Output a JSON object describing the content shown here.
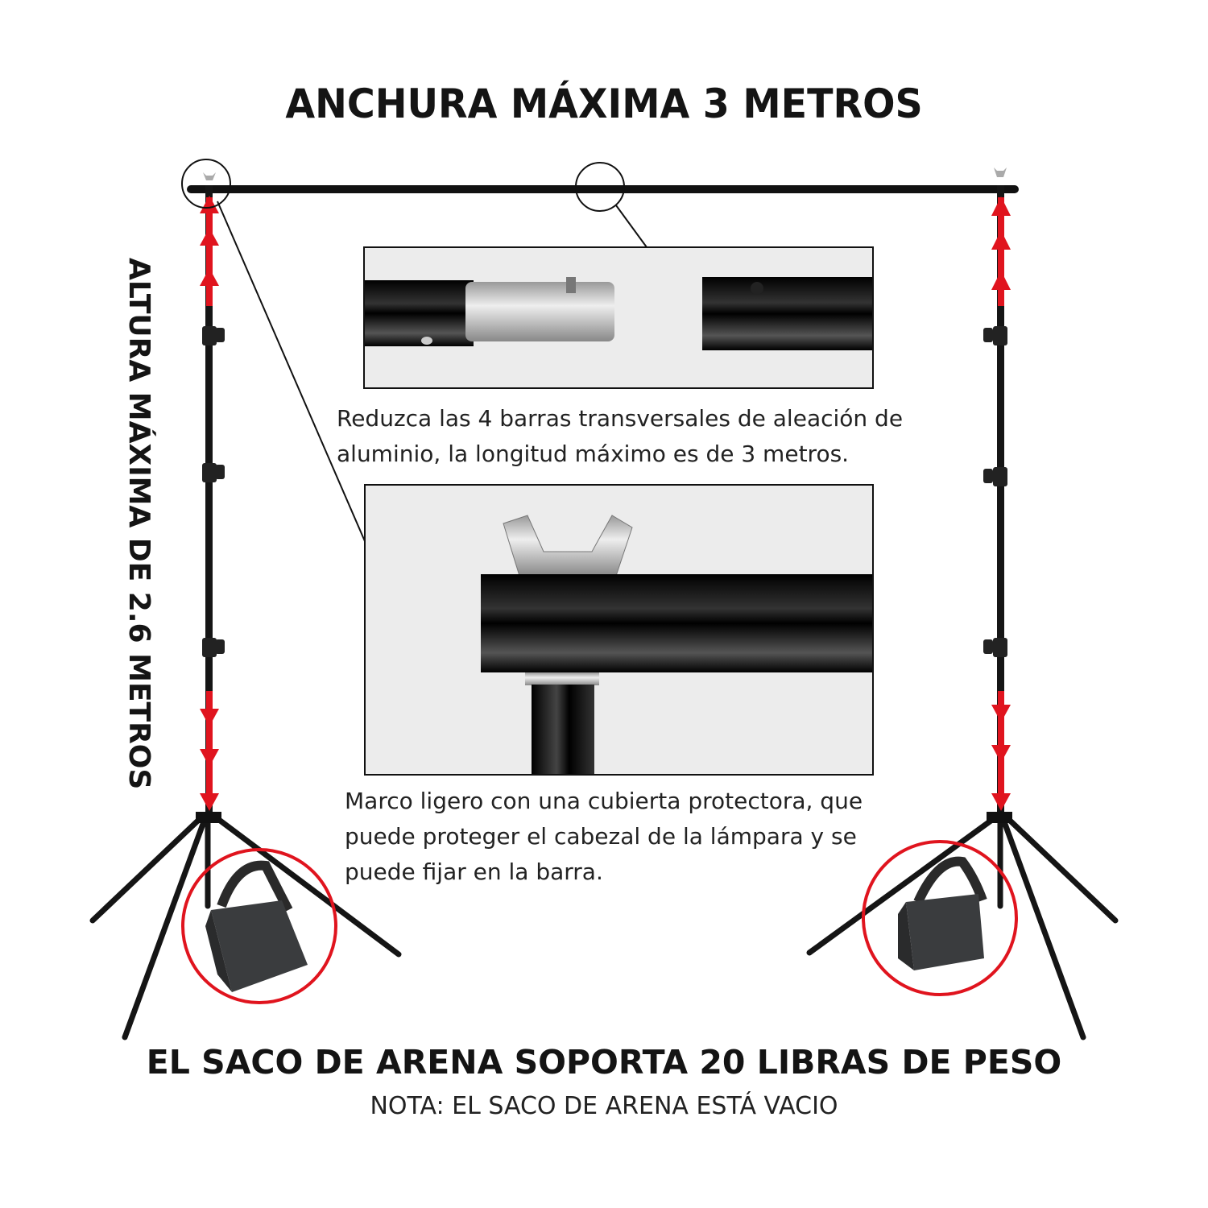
{
  "title": "ANCHURA MÁXIMA 3 METROS",
  "height_label": "ALTURA MÁXIMA DE 2.6 METROS",
  "crossbar_note": {
    "line1": "Reduzca las 4 barras transversales de aleación de",
    "line2": "aluminio, la longitud máximo es de 3 metros."
  },
  "frame_note": {
    "line1": "Marco ligero con una cubierta protectora, que",
    "line2": "puede proteger el cabezal de la lámpara y se",
    "line3": "puede fijar en la barra."
  },
  "sandbag_label": "EL SACO DE ARENA SOPORTA 20 LIBRAS DE PESO",
  "sandbag_note": "NOTA: EL SACO DE ARENA ESTÁ VACIO",
  "colors": {
    "accent": "#e0141e",
    "metal": "#111111",
    "panel": "#ececec"
  }
}
